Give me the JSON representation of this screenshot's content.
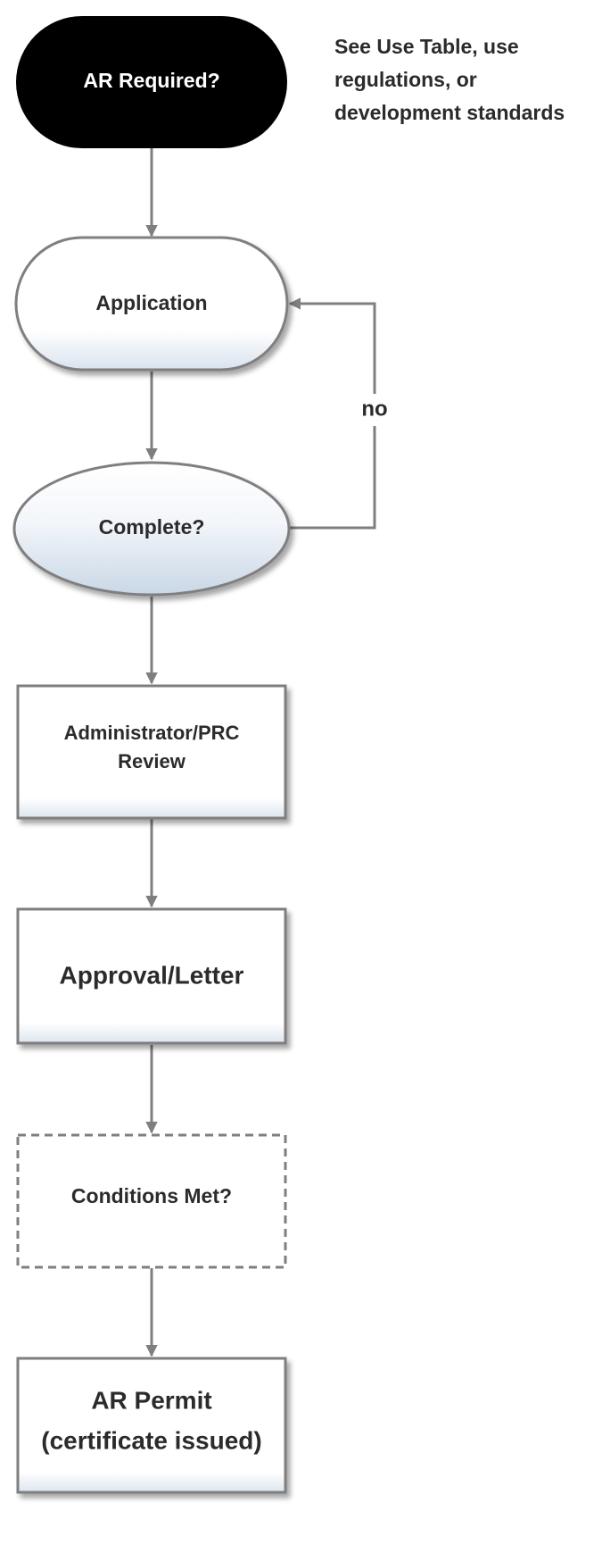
{
  "diagram": {
    "note": {
      "line1": "See Use Table, use",
      "line2": "regulations, or",
      "line3": "development standards"
    },
    "nodes": {
      "ar_required": "AR Required?",
      "application": "Application",
      "complete": "Complete?",
      "review_line1": "Administrator/PRC",
      "review_line2": "Review",
      "approval": "Approval/Letter",
      "conditions": "Conditions Met?",
      "permit_line1": "AR Permit",
      "permit_line2": "(certificate issued)"
    },
    "loop_label": "no"
  },
  "colors": {
    "start_fill": "#000000",
    "start_text": "#ffffff",
    "border": "#7f7f7f",
    "connector": "#7f7f7f",
    "decision_gradient_end": "#c9d7e6",
    "text": "#2b2b2b"
  }
}
